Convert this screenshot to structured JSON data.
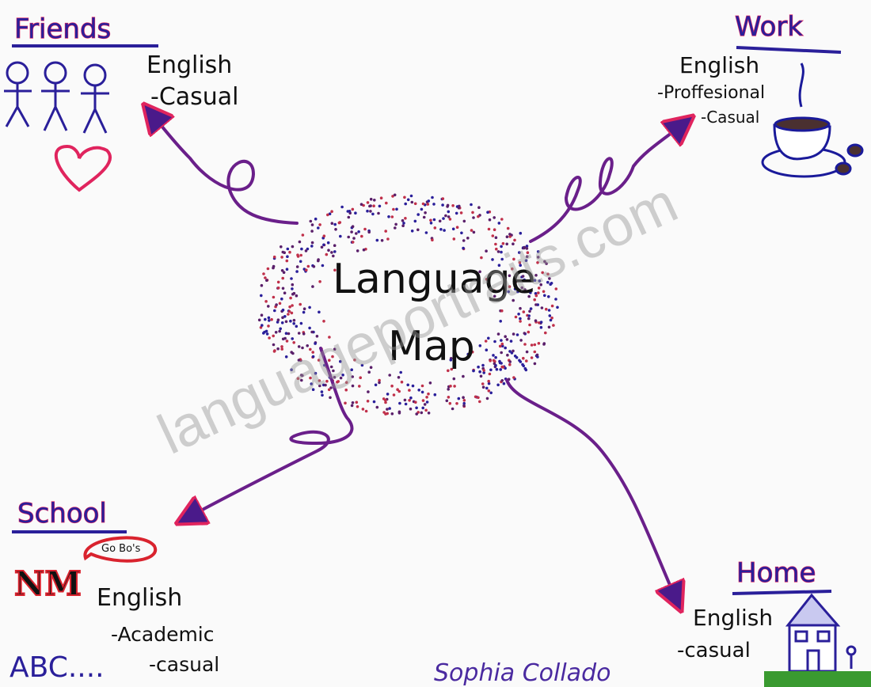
{
  "title": {
    "line1": "Language",
    "line2": "Map"
  },
  "friends": {
    "heading": "Friends",
    "language": "English",
    "register": "-Casual"
  },
  "work": {
    "heading": "Work",
    "language": "English",
    "register1": "-Proffesional",
    "register2": "-Casual"
  },
  "school": {
    "heading": "School",
    "language": "English",
    "register1": "-Academic",
    "register2": "-casual",
    "bubble": "Go Bo's",
    "abc": "ABC...."
  },
  "home": {
    "heading": "Home",
    "language": "English",
    "register": "-casual"
  },
  "author": "Sophia Collado",
  "watermark": "languageportraits.com",
  "colors": {
    "arrow": "#5a1f8a",
    "accent": "#e0245e",
    "ink": "#111111",
    "blue": "#2a1f9a",
    "red": "#d9232e"
  }
}
